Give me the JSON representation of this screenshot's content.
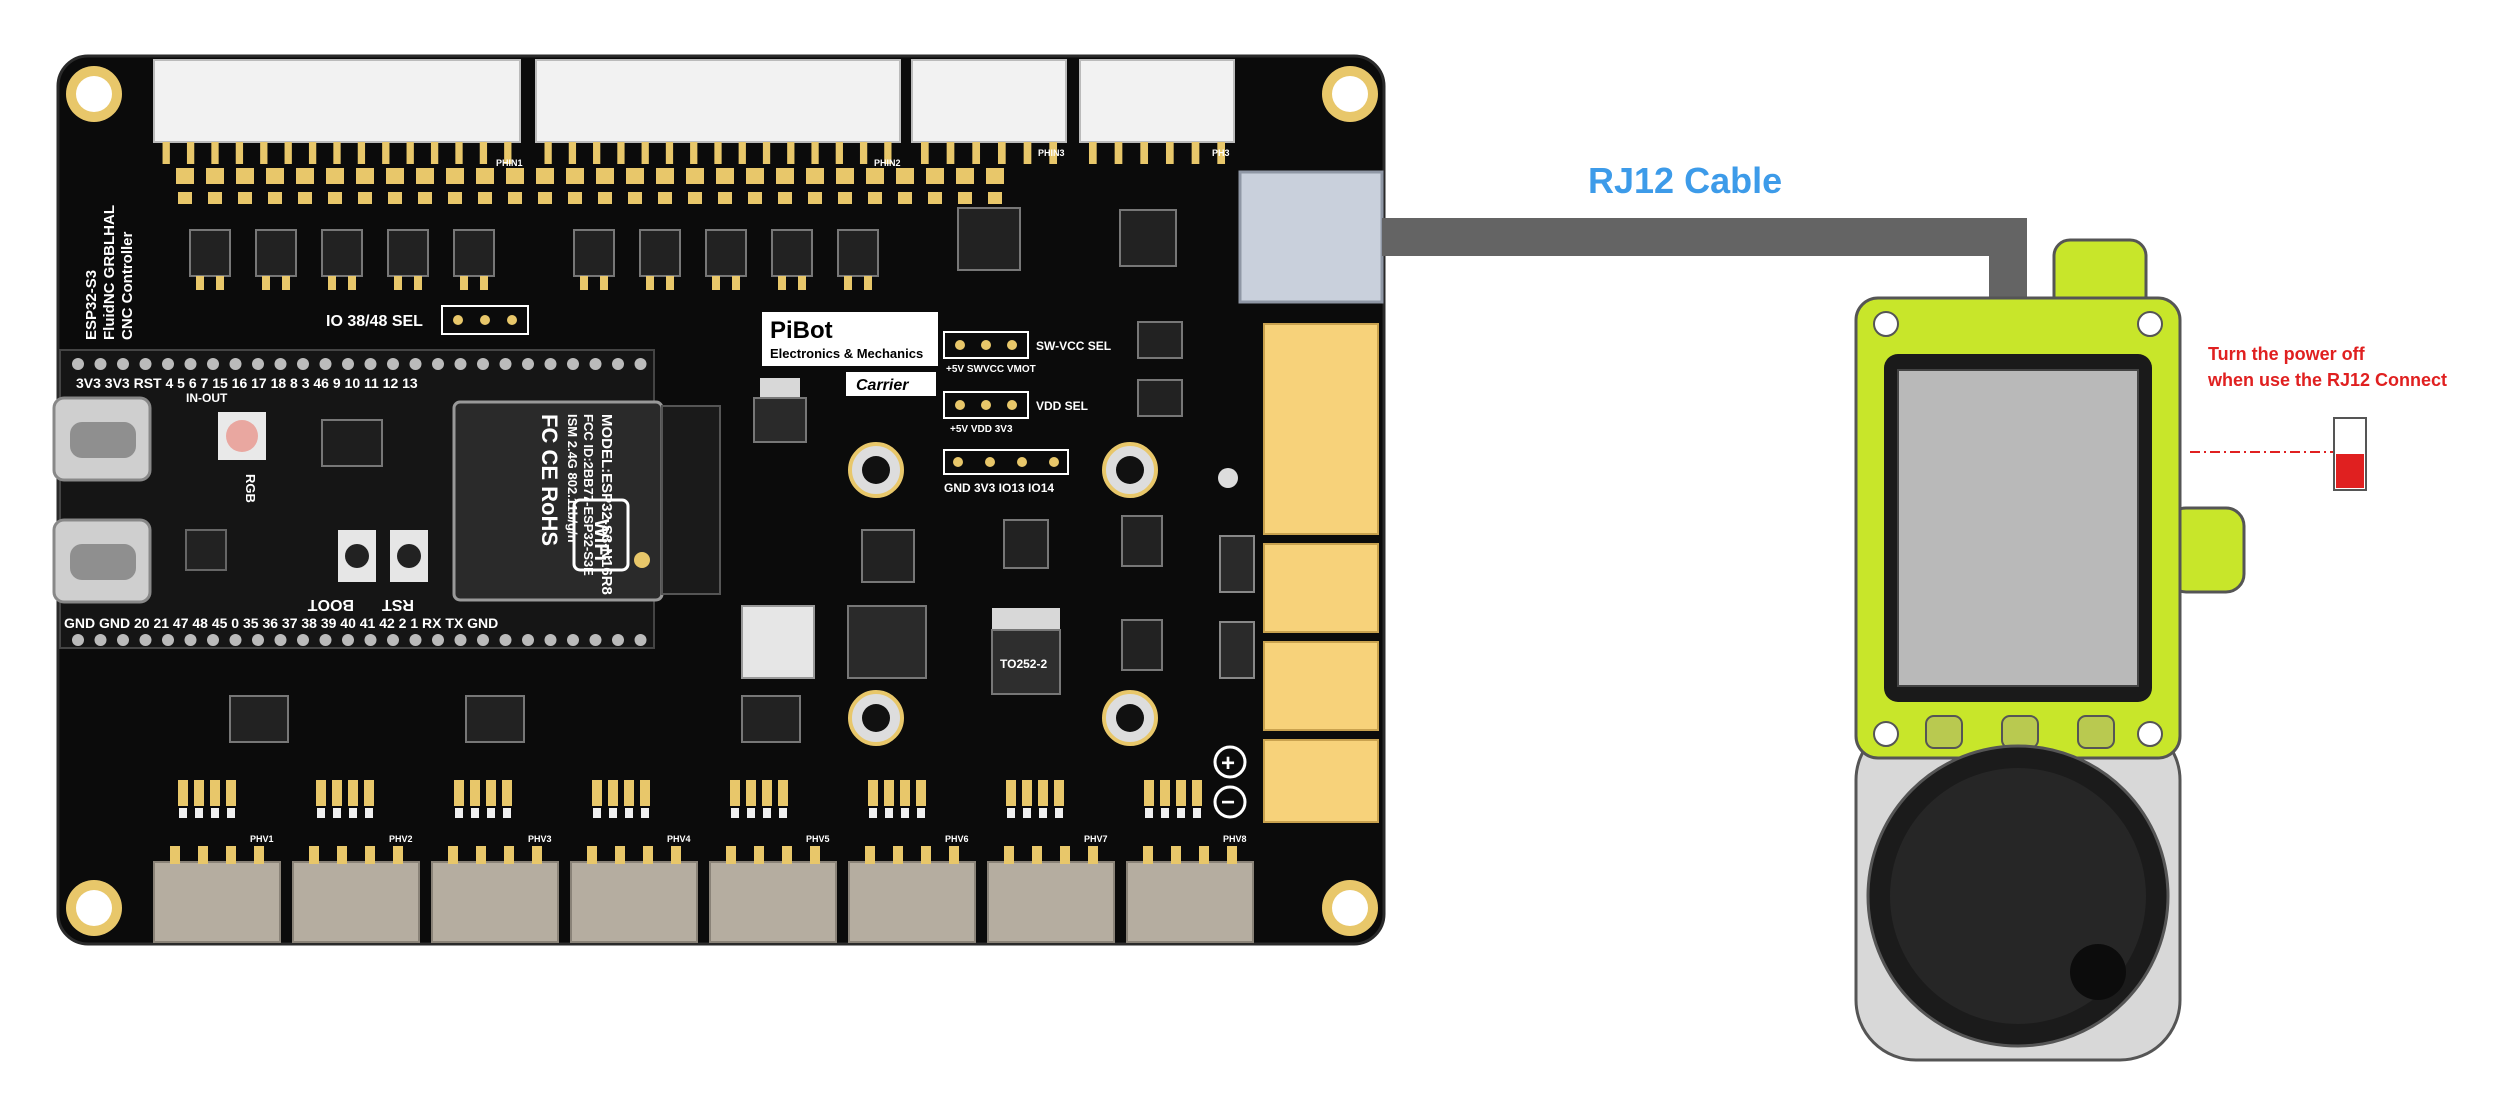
{
  "diagram": {
    "cable_label": "RJ12 Cable",
    "note_line1": "Turn the power off",
    "note_line2": "when use the RJ12 Connect",
    "colors": {
      "cable_label": "#3d9be9",
      "note": "#e02020",
      "pcb": "#0b0b0b",
      "pendant_body": "#c8e62a",
      "cable": "#646464",
      "connector_yellow": "#f7d27a",
      "screen": "#b9b9b9"
    }
  },
  "board": {
    "title_lines": [
      "ESP32-S3",
      "FluidNC GRBLHAL",
      "CNC Controller"
    ],
    "brand": "PiBot",
    "brand_sub": "Electronics & Mechanics",
    "carrier": "Carrier",
    "io_sel": "IO 38/48 SEL",
    "sw_vcc_sel": "SW-VCC SEL",
    "vdd_sel": "VDD SEL",
    "sw_opts": "+5V  SWVCC  VMOT",
    "vdd_opts": "+5V  VDD  3V3",
    "gpio_header": "GND  3V3  IO13  IO14",
    "top_pins": "3V3 3V3 RST 4 5 6 7 15 16 17 18 8 3 46 9 10 11 12 13",
    "bottom_pins": "GND GND 20 21 47 48 45 0 35 36 37 38 39 40 41 42 2 1 RX TX GND",
    "module_lines": [
      "MODEL:ESP32-S3-N16R8",
      "FCC ID:2BB77-ESP32-S3E",
      "ISM 2.4G 802.11b/g/n"
    ],
    "module_marks": "FC CE RoHS",
    "wifi": "WiFi",
    "boot": "BOOT",
    "rst": "RST",
    "rgb": "RGB",
    "in_out": "IN-OUT",
    "to252": "TO252-2",
    "plus": "+",
    "minus": "−",
    "phin_labels": [
      "PHIN1",
      "PHIN2"
    ],
    "pho_labels": [
      "PHIN3",
      "PH3"
    ],
    "phv_labels": [
      "PHV1",
      "PHV2",
      "PHV3",
      "PHV4",
      "PHV5",
      "PHV6",
      "PHV7",
      "PHV8"
    ]
  }
}
